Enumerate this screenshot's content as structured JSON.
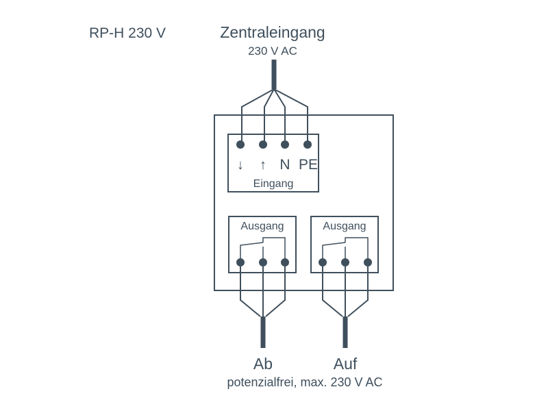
{
  "model_label": "RP-H 230 V",
  "input": {
    "title": "Zentraleingang",
    "voltage": "230 V AC",
    "block_label": "Eingang",
    "terminals": [
      "↓",
      "↑",
      "N",
      "PE"
    ]
  },
  "outputs": [
    {
      "block_label": "Ausgang",
      "cable_label": "Ab"
    },
    {
      "block_label": "Ausgang",
      "cable_label": "Auf"
    }
  ],
  "output_note": "potenzialfrei, max. 230 V AC",
  "colors": {
    "ink": "#3f4f5c",
    "background": "#ffffff"
  }
}
